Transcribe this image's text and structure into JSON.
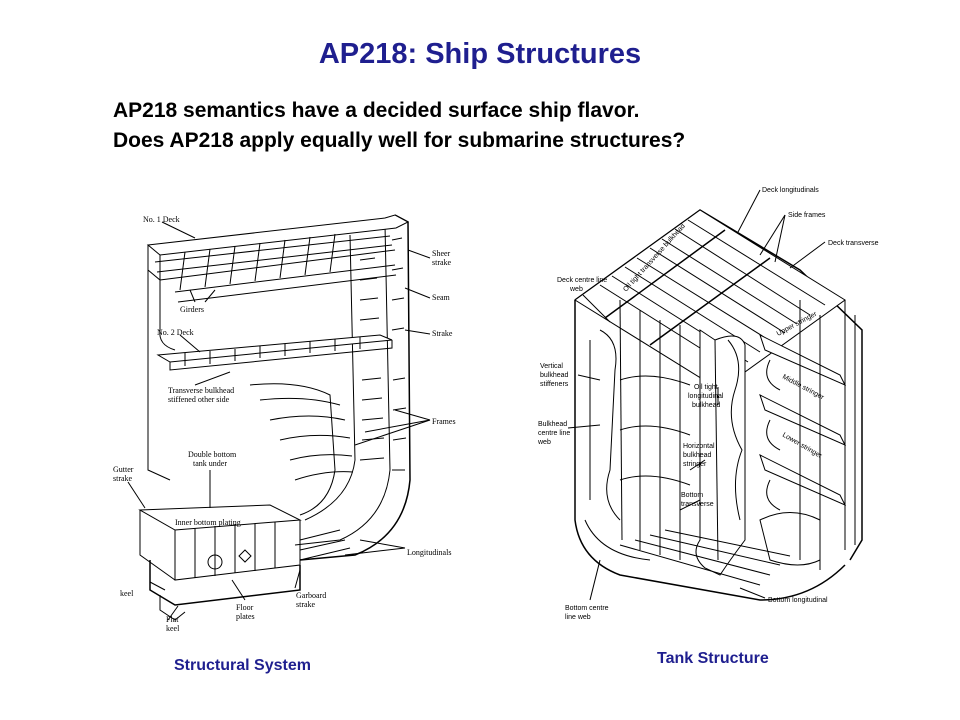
{
  "title": "AP218: Ship Structures",
  "lines": [
    "AP218 semantics have a decided surface ship flavor.",
    "Does AP218 apply equally well for submarine structures?"
  ],
  "captions": {
    "left": "Structural System",
    "right": "Tank Structure"
  },
  "left_labels": {
    "no1_deck": "No. 1 Deck",
    "girders": "Girders",
    "no2_deck": "No. 2 Deck",
    "transverse_bulkhead": "Transverse bulkhead",
    "stiffened": "stiffened other side",
    "sheer": "Sheer",
    "strake": "strake",
    "seam": "Seam",
    "strake2": "Strake",
    "frames": "Frames",
    "double_bottom": "Double bottom",
    "tank_under": "tank under",
    "gutter": "Gutter",
    "gutter_strake": "strake",
    "inner_bottom": "Inner bottom plating",
    "longitudinals": "Longitudinals",
    "keel": "keel",
    "flat": "Flat",
    "flat_keel": "keel",
    "floor": "Floor",
    "plates": "plates",
    "garboard": "Garboard",
    "garboard_strake": "strake"
  },
  "right_labels": {
    "deck_longitudinals": "Deck longitudinals",
    "side_frames": "Side frames",
    "deck_transverse": "Deck transverse",
    "oil_tight_transverse": "Oil tight transverse bulkhead",
    "deck_centre": "Deck centre line",
    "deck_centre_web": "web",
    "upper_stringer": "Upper stringer",
    "middle_stringer": "Middle stringer",
    "lower_stringer": "Lower stringer",
    "vertical": "Vertical",
    "vertical_bulkhead": "bulkhead",
    "vertical_stiffeners": "stiffeners",
    "oil_tight": "Oil tight",
    "longitudinal": "longitudinal",
    "bulkhead": "bulkhead",
    "bulkhead_centre": "Bulkhead",
    "centre_line": "centre line",
    "centre_web": "web",
    "horizontal": "Horizontal",
    "horizontal_bulkhead": "bulkhead",
    "horizontal_stringer": "stringer",
    "bottom": "Bottom",
    "bottom_transverse": "transverse",
    "bottom_centre": "Bottom centre",
    "bottom_line_web": "line web",
    "bottom_longitudinal": "Bottom longitudinal"
  }
}
